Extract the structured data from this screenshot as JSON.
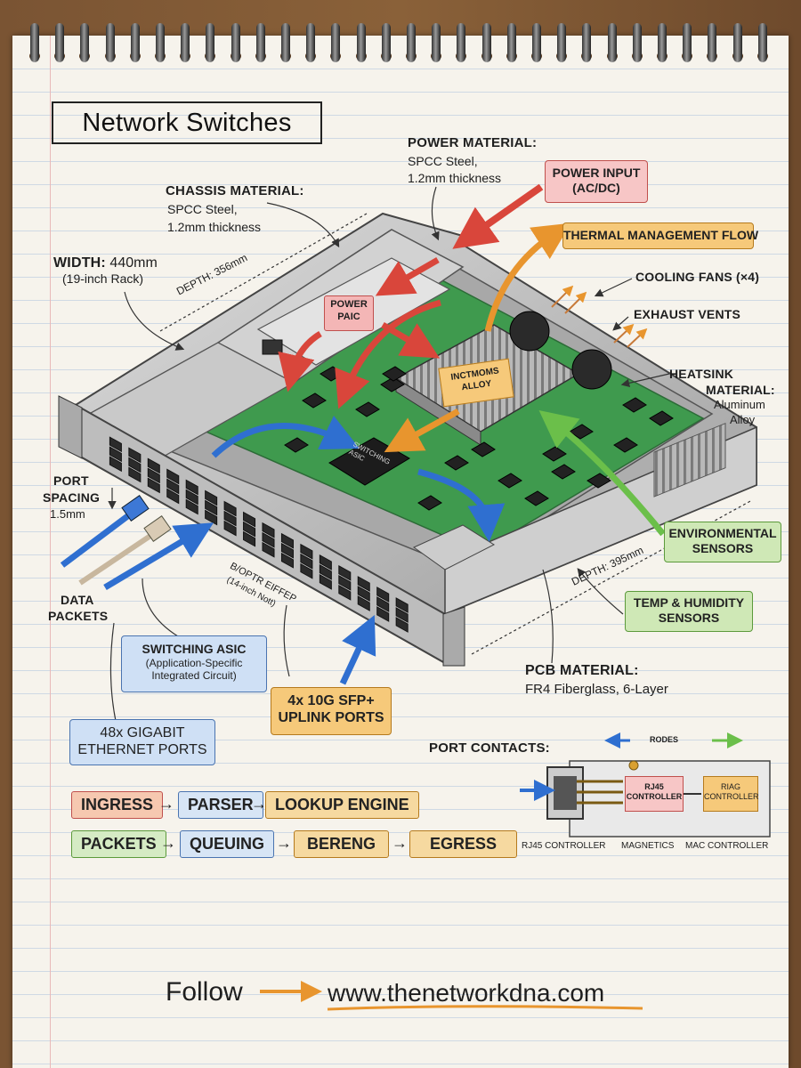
{
  "title": "Network Switches",
  "labels": {
    "power_material_title": "POWER MATERIAL:",
    "power_material_value_1": "SPCC Steel,",
    "power_material_value_2": "1.2mm thickness",
    "chassis_material_title": "CHASSIS MATERIAL:",
    "chassis_material_value_1": "SPCC Steel,",
    "chassis_material_value_2": "1.2mm thickness",
    "width_title": "WIDTH:",
    "width_value": "440mm",
    "width_note": "(19-inch Rack)",
    "depth_top": "DEPTH: 356mm",
    "depth_bottom": "DEPTH: 395mm",
    "cooling_fans": "COOLING FANS (×4)",
    "exhaust_vents": "EXHAUST VENTS",
    "heatsink_1": "HEATSINK",
    "heatsink_2": "MATERIAL:",
    "heatsink_3": "Aluminum",
    "heatsink_4": "Alloy",
    "port_spacing_1": "PORT",
    "port_spacing_2": "SPACING",
    "port_spacing_3": "1.5mm",
    "data_packets_1": "DATA",
    "data_packets_2": "PACKETS",
    "port_buffer_1": "B/OPTR EIFFEP",
    "port_buffer_2": "(14-inch Nott)",
    "pcb_material_title": "PCB MATERIAL:",
    "pcb_material_value": "FR4 Fiberglass, 6-Layer",
    "port_contacts": "PORT CONTACTS:",
    "power_psu": "POWER\nPAIC",
    "heatsink_tag": "INCTMOMS\nALLOY",
    "asic_chip": "SWITCHING\nASIC"
  },
  "callouts": {
    "power_input": "POWER INPUT\n(AC/DC)",
    "thermal_flow": "THERMAL MANAGEMENT FLOW",
    "environmental": "ENVIRONMENTAL\nSENSORS",
    "temp_humidity": "TEMP & HUMIDITY\nSENSORS",
    "switching_asic_title": "SWITCHING ASIC",
    "switching_asic_sub_1": "(Application-Specific",
    "switching_asic_sub_2": "Integrated Circuit)",
    "uplink_1": "4x 10G SFP+",
    "uplink_2": "UPLINK PORTS",
    "gigabit_1": "48x GIGABIT",
    "gigabit_2": "ETHERNET PORTS"
  },
  "flow_row_1": [
    "INGRESS",
    "PARSER",
    "LOOKUP ENGINE"
  ],
  "flow_row_2": [
    "PACKETS",
    "QUEUING",
    "BERENG",
    "EGRESS"
  ],
  "port_diagram": {
    "legend": "RODES",
    "rj45_controller": "RJ45\nCONTROLLER",
    "riag_controller": "RIAG\nCONTROLLER",
    "caption_1": "RJ45 CONTROLLER",
    "caption_2": "MAGNETICS",
    "caption_3": "MAC CONTROLLER"
  },
  "footer": {
    "follow": "Follow",
    "url": "www.thenetworkdna.com"
  },
  "colors": {
    "pcb": "#3f9a4e",
    "red_arrow": "#d9463b",
    "orange_arrow": "#e8952e",
    "blue_arrow": "#2f6fd0",
    "green_arrow": "#6bbf4a"
  }
}
